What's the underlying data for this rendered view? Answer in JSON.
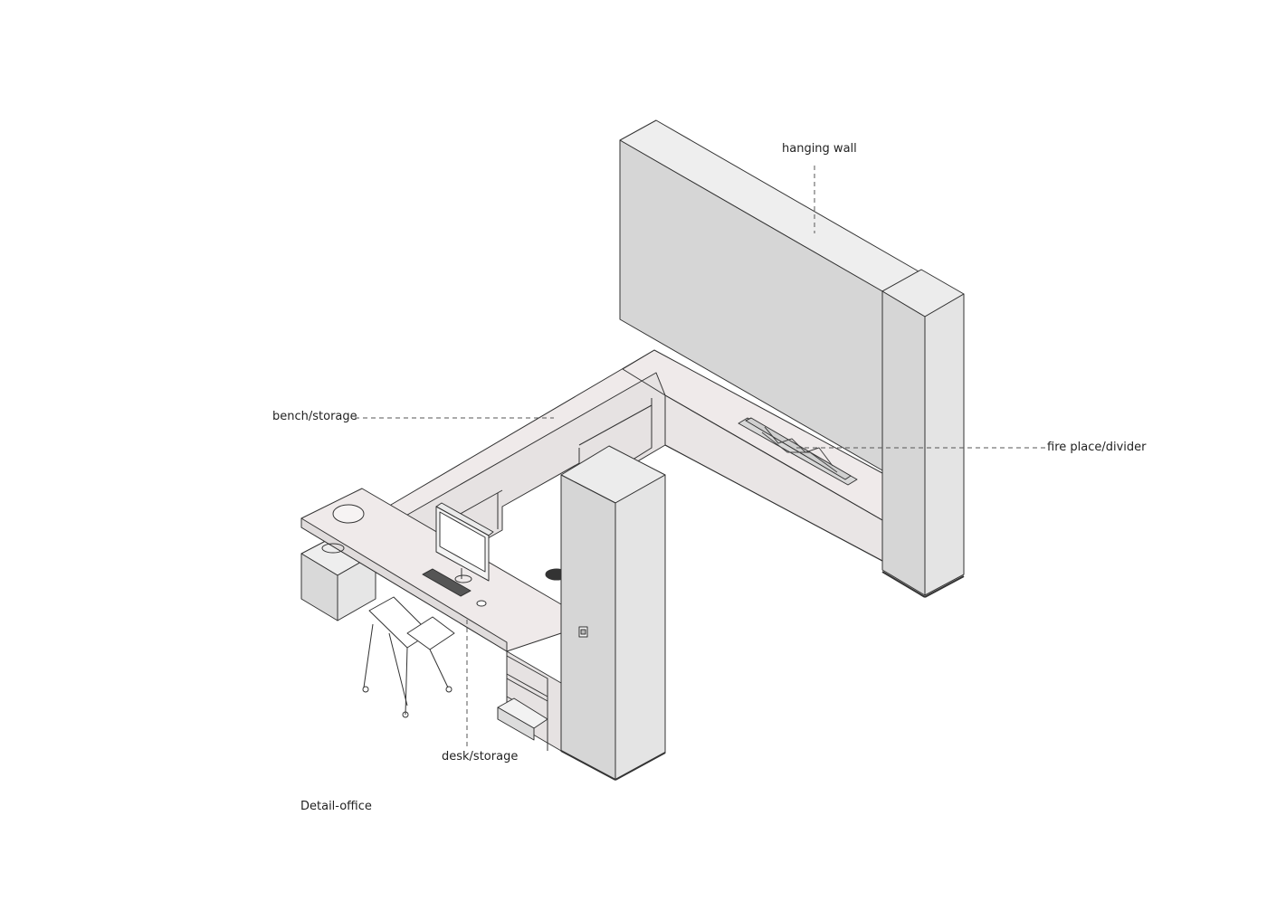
{
  "labels": {
    "hanging_wall": "hanging wall",
    "bench_storage": "bench/storage",
    "fire_place_divider": "fire place/divider",
    "desk_storage": "desk/storage"
  },
  "caption": "Detail-office",
  "colors": {
    "panel_front": "#d6d6d6",
    "panel_side": "#e4e4e4",
    "panel_top": "#ececec",
    "bench_top": "#efeaea",
    "bench_face": "#e6e2e2",
    "line": "#333333",
    "leader": "#555555"
  },
  "icons": [
    "chair-icon",
    "monitor-icon",
    "keyboard-icon",
    "mouse-icon",
    "door-handle-icon",
    "fireplace-burner-icon"
  ]
}
